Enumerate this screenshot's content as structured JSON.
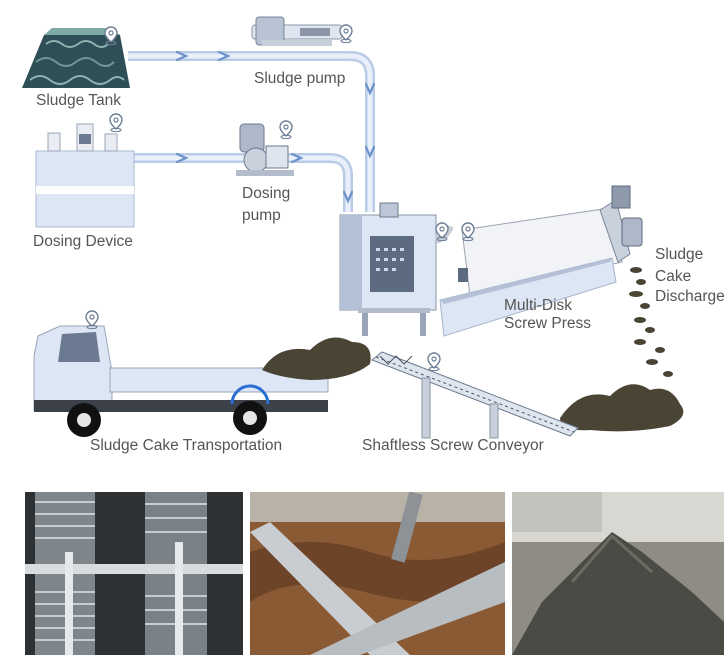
{
  "labels": {
    "sludge_tank": "Sludge Tank",
    "sludge_pump": "Sludge pump",
    "dosing_device": "Dosing Device",
    "dosing_pump_line1": "Dosing",
    "dosing_pump_line2": "pump",
    "press_line1": "Multi-Disk",
    "press_line2": "Screw Press",
    "discharge_line1": "Sludge",
    "discharge_line2": "Cake",
    "discharge_line3": "Discharge",
    "transport": "Sludge Cake Transportation",
    "conveyor": "Shaftless Screw Conveyor"
  },
  "icons": [
    "location-pin-icon",
    "flow-arrow-icon"
  ],
  "photos": [
    "screw-press-closeup-photo",
    "sludge-dewatering-photo",
    "sludge-cake-pile-photo"
  ],
  "colors": {
    "pipe": "#cfdff5",
    "arrow": "#6d92c9",
    "equipment": "#dde6f5",
    "equipment_dark": "#6b7a90",
    "sludge": "#4a4435",
    "label": "#555555"
  }
}
